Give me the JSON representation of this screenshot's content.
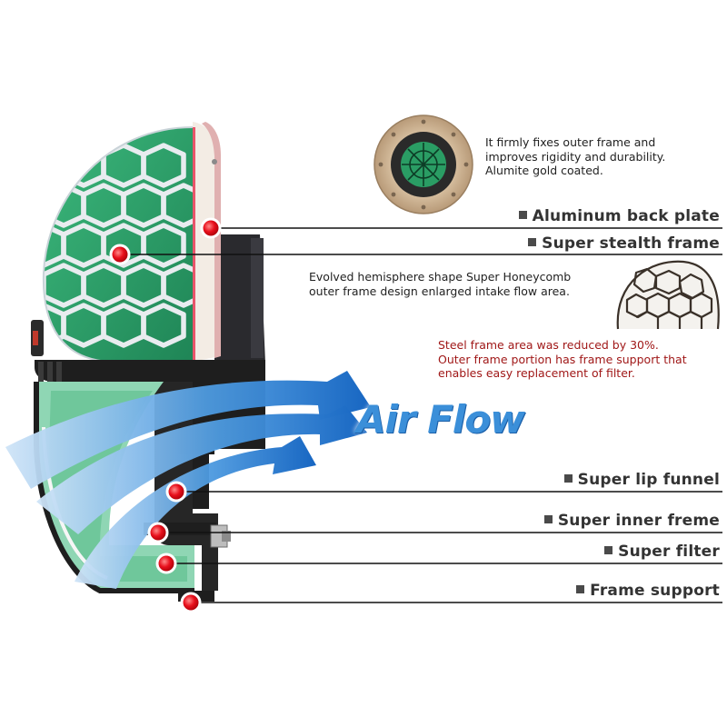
{
  "figure": {
    "labels": [
      "Aluminum back plate",
      "Super stealth frame",
      "Super lip funnel",
      "Super inner freme",
      "Super filter",
      "Frame support"
    ],
    "notes": {
      "back_plate": "It firmly fixes outer frame and\nimproves rigidity and durability.\nAlumite gold coated.",
      "stealth_frame": "Evolved hemisphere shape Super Honeycomb\nouter frame design enlarged intake flow area.",
      "steel_frame": "Steel frame area was reduced by 30%.\nOuter frame portion has frame support that\nenables easy replacement of filter."
    },
    "air_flow": "Air Flow"
  },
  "colors": {
    "filter_green": "#2f9e6a",
    "mesh": "#e8ecef",
    "marker_red": "#e8101c",
    "note_red": "#a01818",
    "air_flow_blue": "#3b8fd9",
    "frame_black": "#1e1e1e"
  }
}
